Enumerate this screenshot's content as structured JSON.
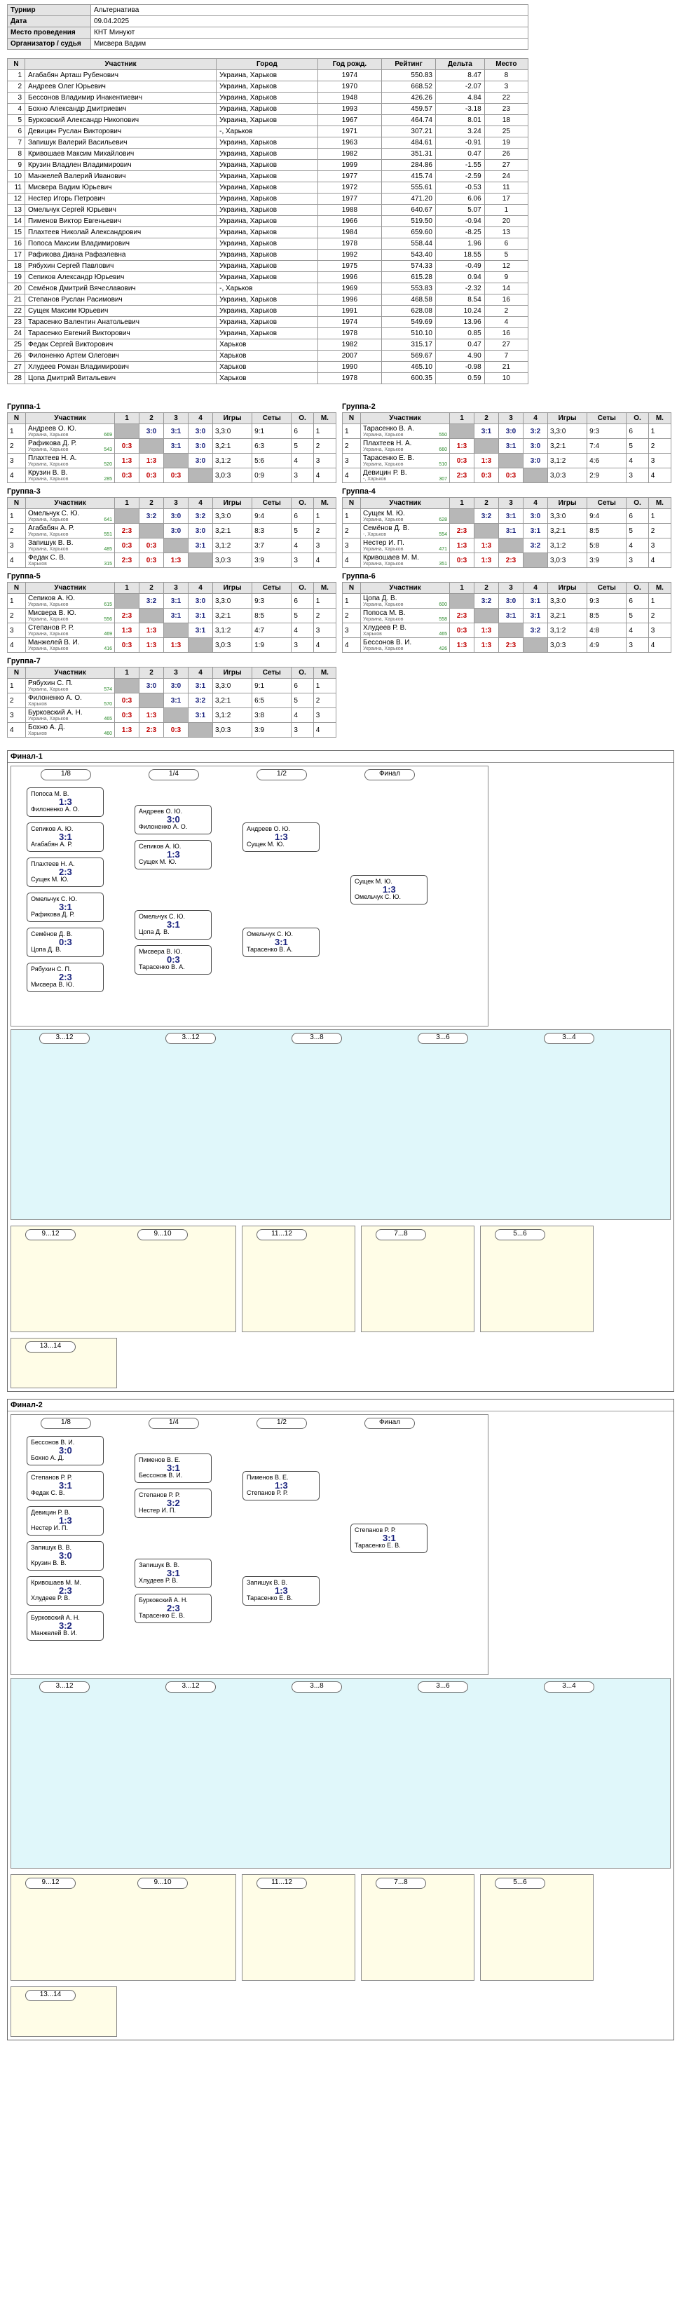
{
  "info": {
    "rows": [
      {
        "k": "Турнир",
        "v": "Альтернатива"
      },
      {
        "k": "Дата",
        "v": "09.04.2025"
      },
      {
        "k": "Место проведения",
        "v": "КНТ Минуют"
      },
      {
        "k": "Организатор / судья",
        "v": "Мисвера Вадим"
      }
    ]
  },
  "players": {
    "headers": [
      "N",
      "Участник",
      "Город",
      "Год рожд.",
      "Рейтинг",
      "Дельта",
      "Место"
    ],
    "rows": [
      [
        "1",
        "Агабабян Арташ Рубенович",
        "Украина, Харьков",
        "1974",
        "550.83",
        "8.47",
        "8"
      ],
      [
        "2",
        "Андреев Олег Юрьевич",
        "Украина, Харьков",
        "1970",
        "668.52",
        "-2.07",
        "3"
      ],
      [
        "3",
        "Бессонов Владимир Инакентиевич",
        "Украина, Харьков",
        "1948",
        "426.26",
        "4.84",
        "22"
      ],
      [
        "4",
        "Бохно Александр Дмитриевич",
        "Украина, Харьков",
        "1993",
        "459.57",
        "-3.18",
        "23"
      ],
      [
        "5",
        "Бурковский Александр Никопович",
        "Украина, Харьков",
        "1967",
        "464.74",
        "8.01",
        "18"
      ],
      [
        "6",
        "Девицин Руслан Викторович",
        "-, Харьков",
        "1971",
        "307.21",
        "3.24",
        "25"
      ],
      [
        "7",
        "Запишук Валерий Васильевич",
        "Украина, Харьков",
        "1963",
        "484.61",
        "-0.91",
        "19"
      ],
      [
        "8",
        "Кривошаев Максим Михайлович",
        "Украина, Харьков",
        "1982",
        "351.31",
        "0.47",
        "26"
      ],
      [
        "9",
        "Крузин Владлен Владимирович",
        "Украина, Харьков",
        "1999",
        "284.86",
        "-1.55",
        "27"
      ],
      [
        "10",
        "Манжелей Валерий Иванович",
        "Украина, Харьков",
        "1977",
        "415.74",
        "-2.59",
        "24"
      ],
      [
        "11",
        "Мисвера Вадим Юрьевич",
        "Украина, Харьков",
        "1972",
        "555.61",
        "-0.53",
        "11"
      ],
      [
        "12",
        "Нестер Игорь Петрович",
        "Украина, Харьков",
        "1977",
        "471.20",
        "6.06",
        "17"
      ],
      [
        "13",
        "Омельчук Сергей Юрьевич",
        "Украина, Харьков",
        "1988",
        "640.67",
        "5.07",
        "1"
      ],
      [
        "14",
        "Пименов Виктор Евгеньевич",
        "Украина, Харьков",
        "1966",
        "519.50",
        "-0.94",
        "20"
      ],
      [
        "15",
        "Плахтеев Николай Александрович",
        "Украина, Харьков",
        "1984",
        "659.60",
        "-8.25",
        "13"
      ],
      [
        "16",
        "Попоса Максим Владимирович",
        "Украина, Харьков",
        "1978",
        "558.44",
        "1.96",
        "6"
      ],
      [
        "17",
        "Рафикова Диана Рафаэлевна",
        "Украина, Харьков",
        "1992",
        "543.40",
        "18.55",
        "5"
      ],
      [
        "18",
        "Рябухин Сергей Павлович",
        "Украина, Харьков",
        "1975",
        "574.33",
        "-0.49",
        "12"
      ],
      [
        "19",
        "Сепиков Александр Юрьевич",
        "Украина, Харьков",
        "1996",
        "615.28",
        "0.94",
        "9"
      ],
      [
        "20",
        "Семёнов Дмитрий Вячеславович",
        "-, Харьков",
        "1969",
        "553.83",
        "-2.32",
        "14"
      ],
      [
        "21",
        "Степанов Руслан Расимович",
        "Украина, Харьков",
        "1996",
        "468.58",
        "8.54",
        "16"
      ],
      [
        "22",
        "Сущек Максим Юрьевич",
        "Украина, Харьков",
        "1991",
        "628.08",
        "10.24",
        "2"
      ],
      [
        "23",
        "Тарасенко Валентин Анатольевич",
        "Украина, Харьков",
        "1974",
        "549.69",
        "13.96",
        "4"
      ],
      [
        "24",
        "Тарасенко Евгений Викторович",
        "Украина, Харьков",
        "1978",
        "510.10",
        "0.85",
        "16"
      ],
      [
        "25",
        "Федак Сергей Викторович",
        "Харьков",
        "1982",
        "315.17",
        "0.47",
        "27"
      ],
      [
        "26",
        "Филоненко Артем Олегович",
        "Харьков",
        "2007",
        "569.67",
        "4.90",
        "7"
      ],
      [
        "27",
        "Хлудеев Роман Владимирович",
        "Харьков",
        "1990",
        "465.10",
        "-0.98",
        "21"
      ],
      [
        "28",
        "Цопа Дмитрий Витальевич",
        "Харьков",
        "1978",
        "600.35",
        "0.59",
        "10"
      ]
    ]
  },
  "group_headers": [
    "N",
    "Участник",
    "1",
    "2",
    "3",
    "4",
    "Игры",
    "Сеты",
    "О.",
    "М."
  ],
  "groups": [
    {
      "title": "Группа-1",
      "rows": [
        {
          "n": "1",
          "name": "Андреев О. Ю.",
          "city": "Украина, Харьков",
          "r": "669",
          "s": [
            "",
            "3:0",
            "3:1",
            "3:0"
          ],
          "games": "3,3:0",
          "sets": "9:1",
          "pts": "6",
          "place": "1"
        },
        {
          "n": "2",
          "name": "Рафикова Д. Р.",
          "city": "Украина, Харьков",
          "r": "543",
          "s": [
            "0:3",
            "",
            "3:1",
            "3:0"
          ],
          "games": "3,2:1",
          "sets": "6:3",
          "pts": "5",
          "place": "2"
        },
        {
          "n": "3",
          "name": "Плахтеев Н. А.",
          "city": "Украина, Харьков",
          "r": "520",
          "s": [
            "1:3",
            "1:3",
            "",
            "3:0"
          ],
          "games": "3,1:2",
          "sets": "5:6",
          "pts": "4",
          "place": "3"
        },
        {
          "n": "4",
          "name": "Крузин В. В.",
          "city": "Украина, Харьков",
          "r": "285",
          "s": [
            "0:3",
            "0:3",
            "0:3",
            ""
          ],
          "games": "3,0:3",
          "sets": "0:9",
          "pts": "3",
          "place": "4"
        }
      ]
    },
    {
      "title": "Группа-2",
      "rows": [
        {
          "n": "1",
          "name": "Тарасенко В. А.",
          "city": "Украина, Харьков",
          "r": "550",
          "s": [
            "",
            "3:1",
            "3:0",
            "3:2"
          ],
          "games": "3,3:0",
          "sets": "9:3",
          "pts": "6",
          "place": "1"
        },
        {
          "n": "2",
          "name": "Плахтеев Н. А.",
          "city": "Украина, Харьков",
          "r": "660",
          "s": [
            "1:3",
            "",
            "3:1",
            "3:0"
          ],
          "games": "3,2:1",
          "sets": "7:4",
          "pts": "5",
          "place": "2"
        },
        {
          "n": "3",
          "name": "Тарасенко Е. В.",
          "city": "Украина, Харьков",
          "r": "510",
          "s": [
            "0:3",
            "1:3",
            "",
            "3:0"
          ],
          "games": "3,1:2",
          "sets": "4:6",
          "pts": "4",
          "place": "3"
        },
        {
          "n": "4",
          "name": "Девицин Р. В.",
          "city": "-, Харьков",
          "r": "307",
          "s": [
            "2:3",
            "0:3",
            "0:3",
            ""
          ],
          "games": "3,0:3",
          "sets": "2:9",
          "pts": "3",
          "place": "4"
        }
      ]
    },
    {
      "title": "Группа-3",
      "rows": [
        {
          "n": "1",
          "name": "Омельчук С. Ю.",
          "city": "Украина, Харьков",
          "r": "641",
          "s": [
            "",
            "3:2",
            "3:0",
            "3:2"
          ],
          "games": "3,3:0",
          "sets": "9:4",
          "pts": "6",
          "place": "1"
        },
        {
          "n": "2",
          "name": "Агабабян А. Р.",
          "city": "Украина, Харьков",
          "r": "551",
          "s": [
            "2:3",
            "",
            "3:0",
            "3:0"
          ],
          "games": "3,2:1",
          "sets": "8:3",
          "pts": "5",
          "place": "2"
        },
        {
          "n": "3",
          "name": "Запишук В. В.",
          "city": "Украина, Харьков",
          "r": "485",
          "s": [
            "0:3",
            "0:3",
            "",
            "3:1"
          ],
          "games": "3,1:2",
          "sets": "3:7",
          "pts": "4",
          "place": "3"
        },
        {
          "n": "4",
          "name": "Федак С. В.",
          "city": "Харьков",
          "r": "315",
          "s": [
            "2:3",
            "0:3",
            "1:3",
            ""
          ],
          "games": "3,0:3",
          "sets": "3:9",
          "pts": "3",
          "place": "4"
        }
      ]
    },
    {
      "title": "Группа-4",
      "rows": [
        {
          "n": "1",
          "name": "Сущек М. Ю.",
          "city": "Украина, Харьков",
          "r": "628",
          "s": [
            "",
            "3:2",
            "3:1",
            "3:0"
          ],
          "games": "3,3:0",
          "sets": "9:4",
          "pts": "6",
          "place": "1"
        },
        {
          "n": "2",
          "name": "Семёнов Д. В.",
          "city": "-, Харьков",
          "r": "554",
          "s": [
            "2:3",
            "",
            "3:1",
            "3:1"
          ],
          "games": "3,2:1",
          "sets": "8:5",
          "pts": "5",
          "place": "2"
        },
        {
          "n": "3",
          "name": "Нестер И. П.",
          "city": "Украина, Харьков",
          "r": "471",
          "s": [
            "1:3",
            "1:3",
            "",
            "3:2"
          ],
          "games": "3,1:2",
          "sets": "5:8",
          "pts": "4",
          "place": "3"
        },
        {
          "n": "4",
          "name": "Кривошаев М. М.",
          "city": "Украина, Харьков",
          "r": "351",
          "s": [
            "0:3",
            "1:3",
            "2:3",
            ""
          ],
          "games": "3,0:3",
          "sets": "3:9",
          "pts": "3",
          "place": "4"
        }
      ]
    },
    {
      "title": "Группа-5",
      "rows": [
        {
          "n": "1",
          "name": "Сепиков А. Ю.",
          "city": "Украина, Харьков",
          "r": "615",
          "s": [
            "",
            "3:2",
            "3:1",
            "3:0"
          ],
          "games": "3,3:0",
          "sets": "9:3",
          "pts": "6",
          "place": "1"
        },
        {
          "n": "2",
          "name": "Мисвера В. Ю.",
          "city": "Украина, Харьков",
          "r": "556",
          "s": [
            "2:3",
            "",
            "3:1",
            "3:1"
          ],
          "games": "3,2:1",
          "sets": "8:5",
          "pts": "5",
          "place": "2"
        },
        {
          "n": "3",
          "name": "Степанов Р. Р.",
          "city": "Украина, Харьков",
          "r": "469",
          "s": [
            "1:3",
            "1:3",
            "",
            "3:1"
          ],
          "games": "3,1:2",
          "sets": "4:7",
          "pts": "4",
          "place": "3"
        },
        {
          "n": "4",
          "name": "Манжелей В. И.",
          "city": "Украина, Харьков",
          "r": "416",
          "s": [
            "0:3",
            "1:3",
            "1:3",
            ""
          ],
          "games": "3,0:3",
          "sets": "1:9",
          "pts": "3",
          "place": "4"
        }
      ]
    },
    {
      "title": "Группа-6",
      "rows": [
        {
          "n": "1",
          "name": "Цопа Д. В.",
          "city": "Украина, Харьков",
          "r": "600",
          "s": [
            "",
            "3:2",
            "3:0",
            "3:1"
          ],
          "games": "3,3:0",
          "sets": "9:3",
          "pts": "6",
          "place": "1"
        },
        {
          "n": "2",
          "name": "Попоса М. В.",
          "city": "Украина, Харьков",
          "r": "558",
          "s": [
            "2:3",
            "",
            "3:1",
            "3:1"
          ],
          "games": "3,2:1",
          "sets": "8:5",
          "pts": "5",
          "place": "2"
        },
        {
          "n": "3",
          "name": "Хлудеев Р. В.",
          "city": "Харьков",
          "r": "465",
          "s": [
            "0:3",
            "1:3",
            "",
            "3:2"
          ],
          "games": "3,1:2",
          "sets": "4:8",
          "pts": "4",
          "place": "3"
        },
        {
          "n": "4",
          "name": "Бессонов В. И.",
          "city": "Украина, Харьков",
          "r": "426",
          "s": [
            "1:3",
            "1:3",
            "2:3",
            ""
          ],
          "games": "3,0:3",
          "sets": "4:9",
          "pts": "3",
          "place": "4"
        }
      ]
    },
    {
      "title": "Группа-7",
      "rows": [
        {
          "n": "1",
          "name": "Рябухин С. П.",
          "city": "Украина, Харьков",
          "r": "574",
          "s": [
            "",
            "3:0",
            "3:0",
            "3:1"
          ],
          "games": "3,3:0",
          "sets": "9:1",
          "pts": "6",
          "place": "1"
        },
        {
          "n": "2",
          "name": "Филоненко А. О.",
          "city": "Харьков",
          "r": "570",
          "s": [
            "0:3",
            "",
            "3:1",
            "3:2"
          ],
          "games": "3,2:1",
          "sets": "6:5",
          "pts": "5",
          "place": "2"
        },
        {
          "n": "3",
          "name": "Бурковский А. Н.",
          "city": "Украина, Харьков",
          "r": "465",
          "s": [
            "0:3",
            "1:3",
            "",
            "3:1"
          ],
          "games": "3,1:2",
          "sets": "3:8",
          "pts": "4",
          "place": "3"
        },
        {
          "n": "4",
          "name": "Бохно А. Д.",
          "city": "Харьков",
          "r": "460",
          "s": [
            "1:3",
            "2:3",
            "0:3",
            ""
          ],
          "games": "3,0:3",
          "sets": "3:9",
          "pts": "3",
          "place": "4"
        }
      ]
    }
  ],
  "finals": [
    {
      "title": "Финал-1",
      "rounds": [
        "1/8",
        "1/4",
        "1/2",
        "Финал"
      ],
      "matches": [
        {
          "a": "Попоса М. В.",
          "b": "Филоненко А. О.",
          "score": "1:3"
        },
        {
          "a": "Сепиков А. Ю.",
          "b": "Агабабян А. Р.",
          "score": "3:1"
        },
        {
          "a": "Плахтеев Н. А.",
          "b": "Сущек М. Ю.",
          "score": "2:3"
        },
        {
          "a": "Омельчук С. Ю.",
          "b": "Рафикова Д. Р.",
          "score": "3:1"
        },
        {
          "a": "Семёнов Д. В.",
          "b": "Цопа Д. В.",
          "score": "0:3"
        },
        {
          "a": "Рябухин С. П.",
          "b": "Мисвера В. Ю.",
          "score": "2:3"
        },
        {
          "a": "Андреев О. Ю.",
          "b": "Филоненко А. О.",
          "score": "3:0"
        },
        {
          "a": "Сепиков А. Ю.",
          "b": "Сущек М. Ю.",
          "score": "1:3"
        },
        {
          "a": "Омельчук С. Ю.",
          "b": "Цопа Д. В.",
          "score": "3:1"
        },
        {
          "a": "Мисвера В. Ю.",
          "b": "Тарасенко В. А.",
          "score": "0:3"
        },
        {
          "a": "Андреев О. Ю.",
          "b": "Сущек М. Ю.",
          "score": "1:3"
        },
        {
          "a": "Омельчук С. Ю.",
          "b": "Тарасенко В. А.",
          "score": "3:1"
        },
        {
          "a": "Сущек М. Ю.",
          "b": "Омельчук С. Ю.",
          "score": "1:3"
        }
      ],
      "consolation": [
        "3...12",
        "3...12",
        "3...8",
        "3...6",
        "3...4"
      ],
      "small": [
        "9...12",
        "9...10",
        "11...12",
        "7...8",
        "5...6",
        "13...14"
      ]
    },
    {
      "title": "Финал-2",
      "rounds": [
        "1/8",
        "1/4",
        "1/2",
        "Финал"
      ],
      "matches": [
        {
          "a": "Бессонов В. И.",
          "b": "Бохно А. Д.",
          "score": "3:0"
        },
        {
          "a": "Степанов Р. Р.",
          "b": "Федак С. В.",
          "score": "3:1"
        },
        {
          "a": "Девицин Р. В.",
          "b": "Нестер И. П.",
          "score": "1:3"
        },
        {
          "a": "Запишук В. В.",
          "b": "Крузин В. В.",
          "score": "3:0"
        },
        {
          "a": "Кривошаев М. М.",
          "b": "Хлудеев Р. В.",
          "score": "2:3"
        },
        {
          "a": "Бурковский А. Н.",
          "b": "Манжелей В. И.",
          "score": "3:2"
        },
        {
          "a": "Пименов В. Е.",
          "b": "Бессонов В. И.",
          "score": "3:1"
        },
        {
          "a": "Степанов Р. Р.",
          "b": "Нестер И. П.",
          "score": "3:2"
        },
        {
          "a": "Запишук В. В.",
          "b": "Хлудеев Р. В.",
          "score": "3:1"
        },
        {
          "a": "Бурковский А. Н.",
          "b": "Тарасенко Е. В.",
          "score": "2:3"
        },
        {
          "a": "Пименов В. Е.",
          "b": "Степанов Р. Р.",
          "score": "1:3"
        },
        {
          "a": "Запишук В. В.",
          "b": "Тарасенко Е. В.",
          "score": "1:3"
        },
        {
          "a": "Степанов Р. Р.",
          "b": "Тарасенко Е. В.",
          "score": "3:1"
        }
      ],
      "consolation": [
        "3...12",
        "3...12",
        "3...8",
        "3...6",
        "3...4"
      ],
      "small": [
        "9...12",
        "9...10",
        "11...12",
        "7...8",
        "5...6",
        "13...14"
      ]
    }
  ]
}
